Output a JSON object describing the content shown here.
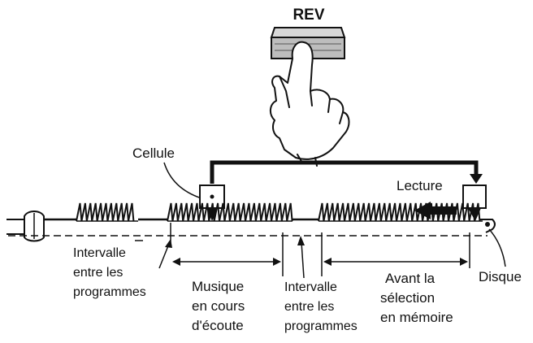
{
  "button": {
    "label": "REV"
  },
  "labels": {
    "cellule": "Cellule",
    "lecture": "Lecture",
    "disque": "Disque",
    "intervalle_left": [
      "Intervalle",
      "entre les",
      "programmes"
    ],
    "musique": [
      "Musique",
      "en cours",
      "d'écoute"
    ],
    "intervalle_mid": [
      "Intervalle",
      "entre les",
      "programmes"
    ],
    "avant": [
      "Avant la",
      "sélection",
      "en mémoire"
    ]
  },
  "colors": {
    "ink": "#111111",
    "button_fill": "#cfcfcf",
    "paper": "#ffffff"
  },
  "icons": [
    "pointing-finger-icon",
    "stylus-cartridge-icon",
    "arrow-left-icon"
  ]
}
